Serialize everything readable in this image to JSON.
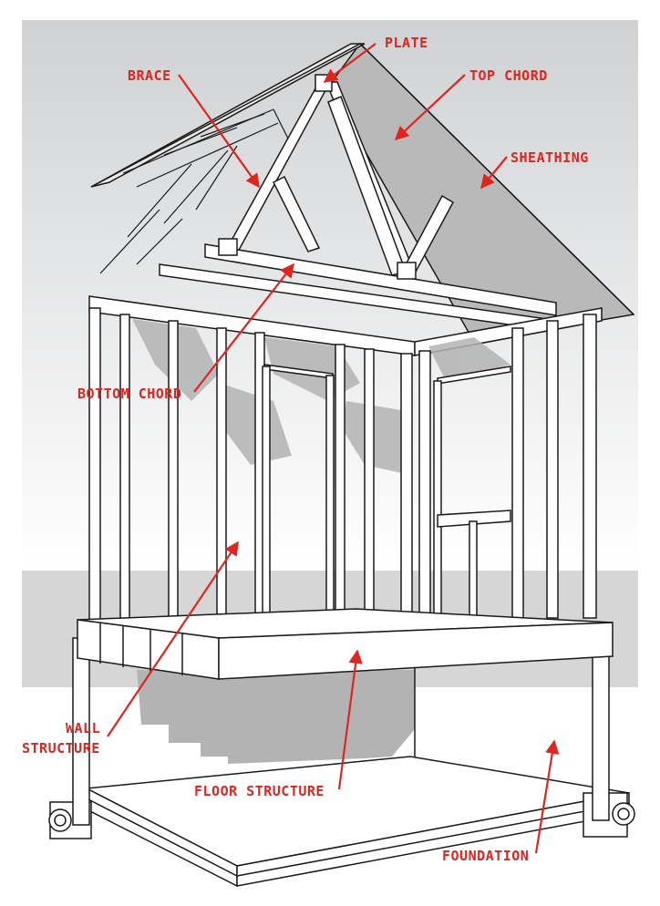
{
  "diagram": {
    "labels": {
      "plate": "PLATE",
      "brace": "BRACE",
      "top_chord": "TOP CHORD",
      "sheathing": "SHEATHING",
      "bottom_chord": "BOTTOM CHORD",
      "wall_line1": "WALL",
      "wall_line2": "STRUCTURE",
      "floor_structure": "FLOOR STRUCTURE",
      "foundation": "FOUNDATION"
    },
    "colors": {
      "label": "#e0241f",
      "sky_top": "#cfd1d3",
      "sky_bottom": "#ffffff",
      "ground": "#d6d6d6",
      "shadow": "#b3b3b3",
      "roof": "#b9b9b9",
      "line": "#1a1a1a"
    }
  }
}
